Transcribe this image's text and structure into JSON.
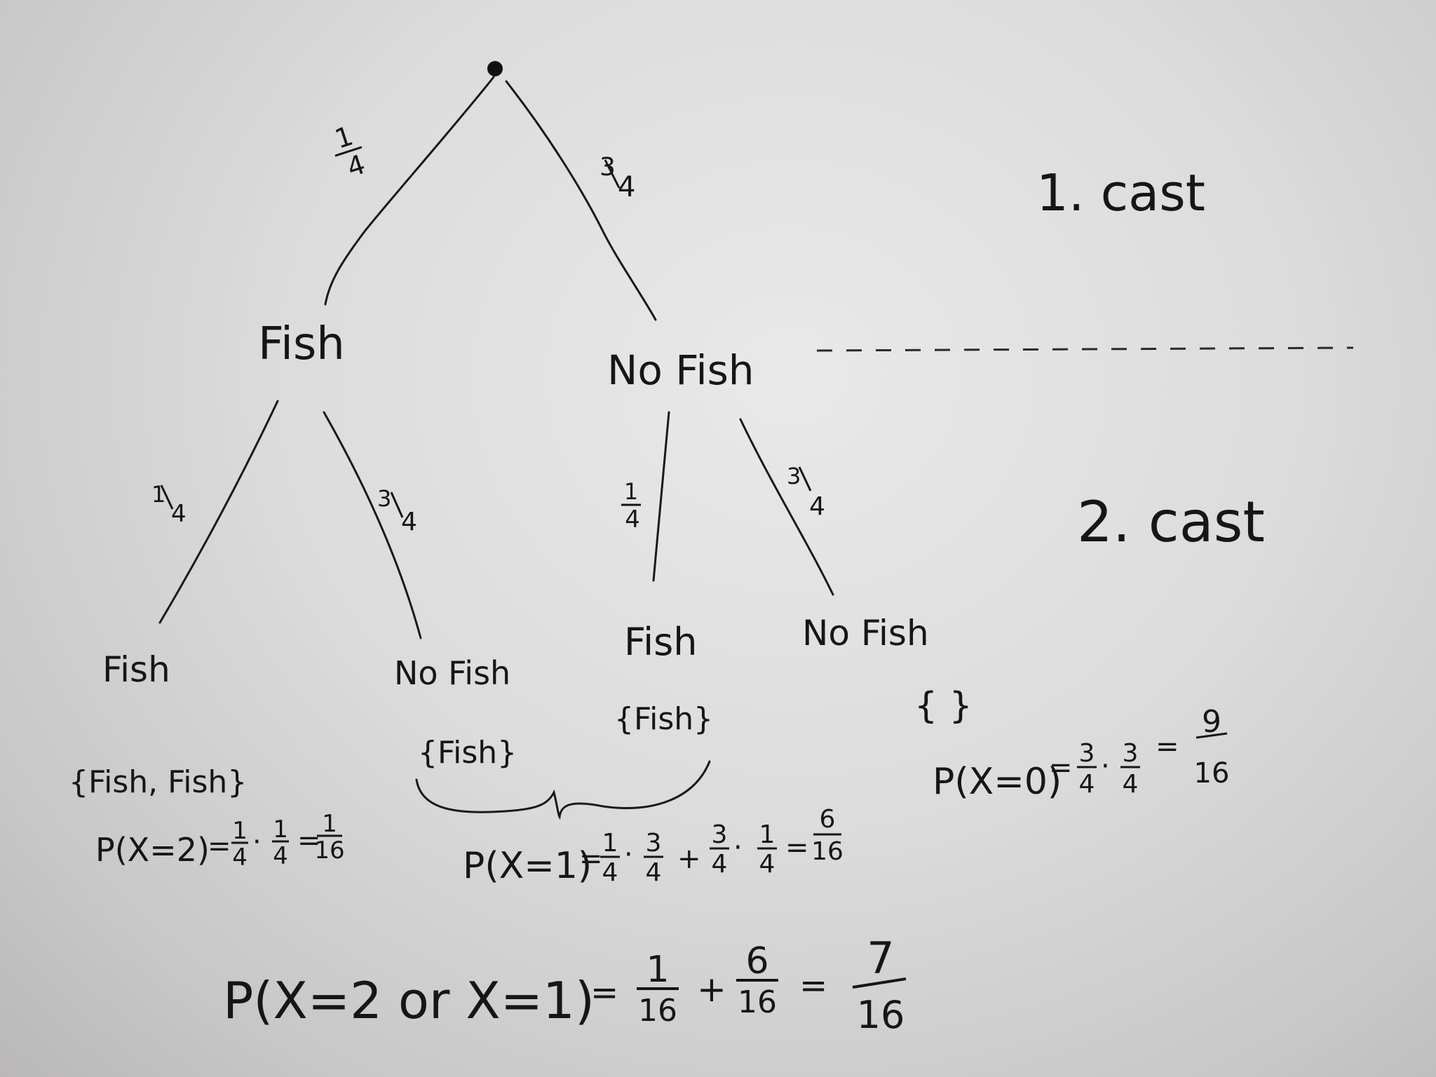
{
  "tree": {
    "first_level": {
      "left_prob": {
        "num": "1",
        "den": "4"
      },
      "right_prob": {
        "num": "3",
        "den": "4"
      },
      "left_node": "Fish",
      "right_node": "No Fish"
    },
    "second_level": {
      "fish_branch_left_prob": {
        "num": "1",
        "den": "4"
      },
      "fish_branch_right_prob": {
        "num": "3",
        "den": "4"
      },
      "nofish_branch_left_prob": {
        "num": "1",
        "den": "4"
      },
      "nofish_branch_right_prob": {
        "num": "3",
        "den": "4"
      },
      "leaf_1": "Fish",
      "leaf_2": "No Fish",
      "leaf_3": "Fish",
      "leaf_4": "No Fish"
    }
  },
  "stage_labels": {
    "cast_1": "1. cast",
    "cast_2": "2. cast"
  },
  "outcomes": {
    "set_fish_fish": "{Fish, Fish}",
    "set_fish_a": "{Fish}",
    "set_fish_b": "{Fish}",
    "set_empty": "{ }"
  },
  "formulas": {
    "p_x2": {
      "lhs": "P(X=2)",
      "t1": {
        "num": "1",
        "den": "4"
      },
      "t2": {
        "num": "1",
        "den": "4"
      },
      "result": {
        "num": "1",
        "den": "16"
      }
    },
    "p_x1": {
      "lhs": "P(X=1)",
      "t1": {
        "num": "1",
        "den": "4"
      },
      "t2": {
        "num": "3",
        "den": "4"
      },
      "t3": {
        "num": "3",
        "den": "4"
      },
      "t4": {
        "num": "1",
        "den": "4"
      },
      "result": {
        "num": "6",
        "den": "16"
      }
    },
    "p_x0": {
      "lhs": "P(X=0)",
      "t1": {
        "num": "3",
        "den": "4"
      },
      "t2": {
        "num": "3",
        "den": "4"
      },
      "result": {
        "num": "9",
        "den": "16"
      }
    },
    "total": {
      "lhs": "P(X=2 or X=1)",
      "t1": {
        "num": "1",
        "den": "16"
      },
      "t2": {
        "num": "6",
        "den": "16"
      },
      "result": {
        "num": "7",
        "den": "16"
      }
    }
  },
  "operators": {
    "eq": "=",
    "dot": "·",
    "plus": "+"
  }
}
